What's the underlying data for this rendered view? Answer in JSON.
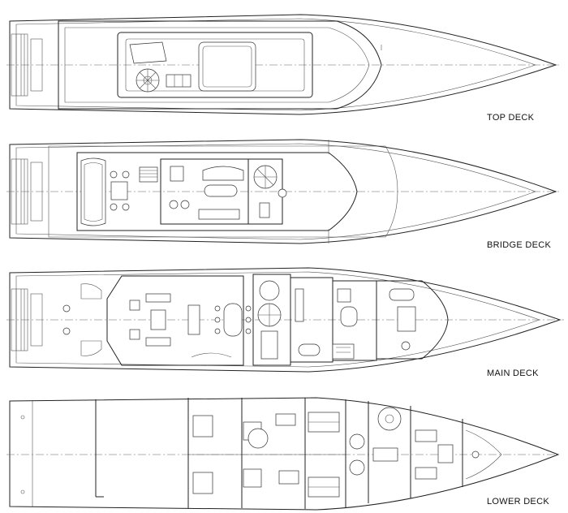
{
  "decks": [
    {
      "id": "top",
      "label": "TOP DECK"
    },
    {
      "id": "bridge",
      "label": "BRIDGE DECK"
    },
    {
      "id": "main",
      "label": "MAIN DECK"
    },
    {
      "id": "lower",
      "label": "LOWER DECK"
    }
  ]
}
